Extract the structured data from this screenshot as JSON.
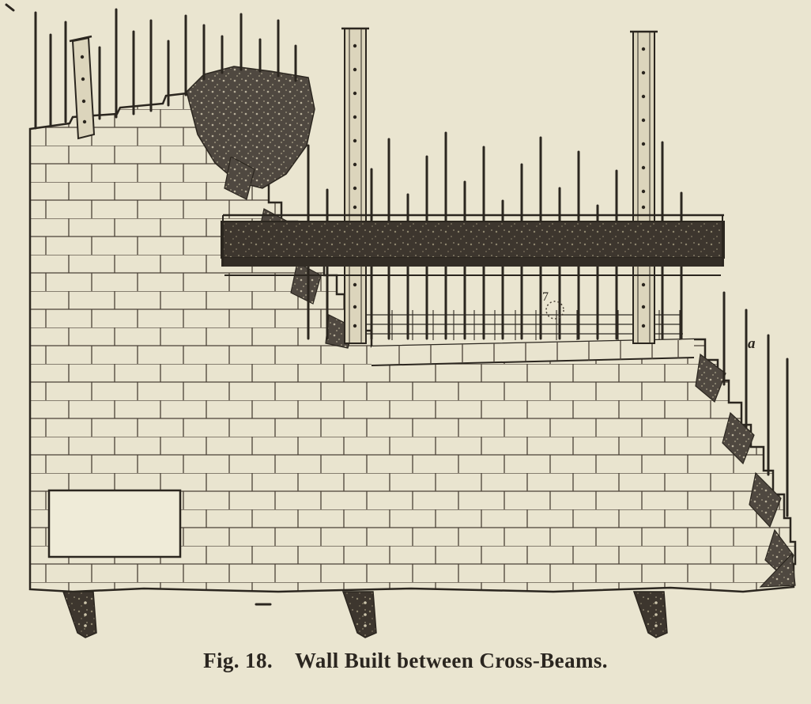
{
  "page": {
    "paper_color": "#eae5d0",
    "ink_color": "#2b261f"
  },
  "figure": {
    "caption_prefix": "Fig. 18.",
    "caption_title": "Wall Built between Cross-Beams.",
    "annotations": {
      "beam_point": "7",
      "edge_point": "a"
    }
  }
}
